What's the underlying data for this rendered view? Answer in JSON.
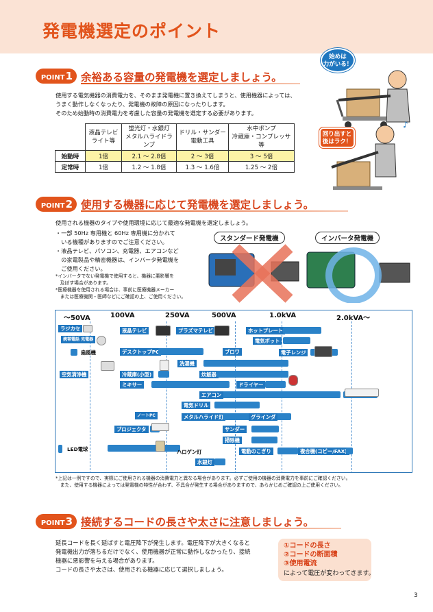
{
  "header": {
    "title": "発電機選定のポイント"
  },
  "point1": {
    "badge_word": "POINT",
    "badge_num": "1",
    "heading": "余裕ある容量の発電機を選定しましょう。",
    "body": [
      "使用する電気機器の消費電力を、そのまま発電機に置き換えてしまうと、使用機器によっては、",
      "うまく動作しなくなったり、発電機の故障の原因になったりします。",
      "そのため始動時の消費電力を考慮した容量の発電機を選定する必要があります。"
    ],
    "table": {
      "columns": [
        [
          "液晶テレビ",
          "ライト等"
        ],
        [
          "蛍光灯・水銀灯",
          "メタルハライドランプ"
        ],
        [
          "ドリル・サンダー",
          "電動工具"
        ],
        [
          "水中ポンプ",
          "冷蔵庫・コンプレッサ等"
        ]
      ],
      "rows": [
        {
          "label": "始動時",
          "values": [
            "1倍",
            "2.1 ～ 2.8倍",
            "2 ～ 3倍",
            "3 ～ 5倍"
          ]
        },
        {
          "label": "定常時",
          "values": [
            "1倍",
            "1.2 ～ 1.8倍",
            "1.3 ～ 1.6倍",
            "1.25 ～ 2倍"
          ]
        }
      ]
    },
    "bubble_top": [
      "始めは",
      "力がいる！"
    ],
    "bubble_bottom": [
      "回り出すと",
      "後はラク！"
    ]
  },
  "point2": {
    "badge_word": "POINT",
    "badge_num": "2",
    "heading": "使用する機器に応じて発電機を選定しましょう。",
    "intro": "使用される機器のタイプや使用環境に応じて最適な発電機を選定しましょう。",
    "bullets": [
      [
        "・一部 50Hz 専用機と 60Hz 専用機に分かれて",
        "　いる機種がありますのでご注意ください。"
      ],
      [
        "・液晶テレビ、パソコン、充電器、エアコンなど",
        "　の家電製品や精密機器は、インバータ発電機を",
        "　ご使用ください。"
      ]
    ],
    "notes": [
      [
        "*インバータでない発電機で使用すると、機器に悪影響を",
        "　及ぼす場合があります。"
      ],
      [
        "*医療機器を使用される場合は、事前に医療機器メーカー",
        "　または医療機関・医師などにご確認の上、ご使用ください。"
      ]
    ],
    "standard_label": "スタンダード発電機",
    "inverter_label": "インバータ発電機",
    "chart_axis": [
      "～50VA",
      "100VA",
      "250VA",
      "500VA",
      "1.0kVA",
      "2.0kVA～"
    ],
    "chart_items": {
      "radio": "ラジカセ",
      "charger": "携帯電話 充電器",
      "fan": "扇風機",
      "air_purifier": "空気清浄機",
      "led": "LED電球",
      "lcd_tv": "液晶テレビ",
      "desktop": "デスクトップPC",
      "fridge": "冷蔵庫(小型)",
      "mixer": "ミキサー",
      "notepc": "ノートPC",
      "projector": "プロジェクタ",
      "plasma_tv": "プラズマテレビ",
      "washer": "洗濯機",
      "rice": "炊飯器",
      "aircon": "エアコン",
      "drill": "電気ドリル",
      "metal_halide": "メタルハライド灯",
      "halogen": "ハロゲン灯",
      "mercury": "水銀灯",
      "blower": "ブロワ",
      "sander": "サンダー",
      "vacuum": "掃除機",
      "chainsaw": "電動のこぎり",
      "hotplate": "ホットプレート",
      "kettle": "電気ポット",
      "microwave": "電子レンジ",
      "dryer": "ドライヤー",
      "grinder": "グラインダ",
      "copier": "複合機(コピー/FAX)"
    },
    "footnote": [
      "*上記は一例ですので、実際にご使用される機器の消費電力と異なる場合があります。必ずご使用の機器の消費電力を事前にご確認ください。",
      "　また、使用する機器によっては発電機の特性が合わず、不具合が発生する場合がありますので、あらかじめご確認の上ご使用ください。"
    ]
  },
  "point3": {
    "badge_word": "POINT",
    "badge_num": "3",
    "heading": "接続するコードの長さや太さに注意しましょう。",
    "body": [
      "延長コードを長く延ばすと電圧降下が発生します。電圧降下が大きくなると",
      "発電機出力が落ちるだけでなく、使用機器が正常に動作しなかったり、接続",
      "機器に悪影響を与える場合があります。",
      "コードの長さや太さは、使用される機器に応じて選択しましょう。"
    ],
    "box_items": [
      "①コードの長さ",
      "②コードの断面積",
      "③使用電流"
    ],
    "box_tail": "によって電圧が変わってきます。"
  },
  "page_number": "3",
  "colors": {
    "accent": "#e2541c",
    "chart_blue": "#2a82c8",
    "table_fill": "#fdf3a6",
    "header_bg": "#fbe3d5"
  }
}
